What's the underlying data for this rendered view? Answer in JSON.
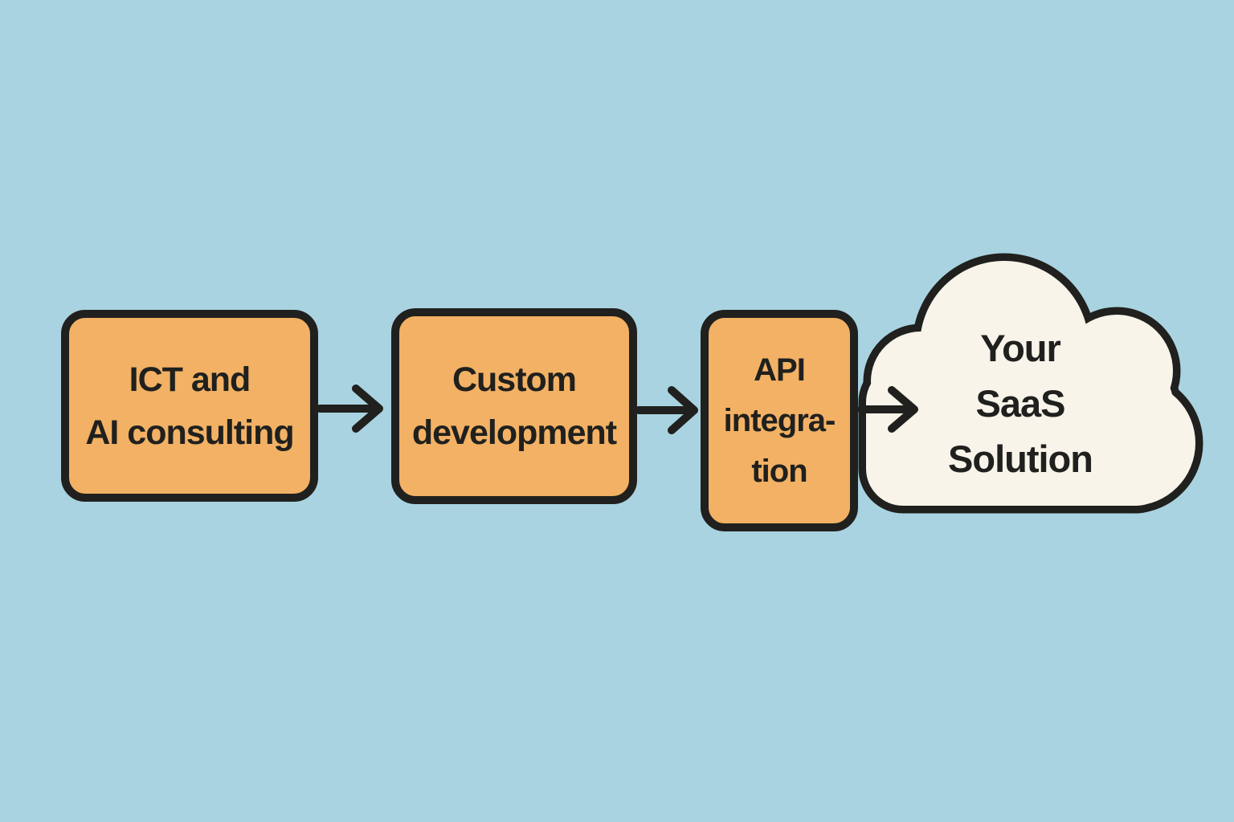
{
  "diagram": {
    "type": "flowchart",
    "background_color": "#A9D3E0",
    "ink_color": "#20201E",
    "step_fill_color": "#F2B164",
    "cloud_fill_color": "#F8F4EA",
    "steps": [
      {
        "label": "ICT and AI consulting",
        "lines": [
          "ICT and",
          "AI consulting"
        ]
      },
      {
        "label": "Custom development",
        "lines": [
          "Custom",
          "development"
        ]
      },
      {
        "label": "API integration",
        "lines": [
          "API",
          "integra-",
          "tion"
        ]
      }
    ],
    "result": {
      "label": "Your SaaS Solution",
      "lines": [
        "Your",
        "SaaS",
        "Solution"
      ]
    },
    "connectors": [
      {
        "from": "ICT and AI consulting",
        "to": "Custom development",
        "style": "arrow-right"
      },
      {
        "from": "Custom development",
        "to": "API integration",
        "style": "arrow-right"
      },
      {
        "from": "API integration",
        "to": "Your SaaS Solution",
        "style": "arrow-right"
      }
    ]
  }
}
